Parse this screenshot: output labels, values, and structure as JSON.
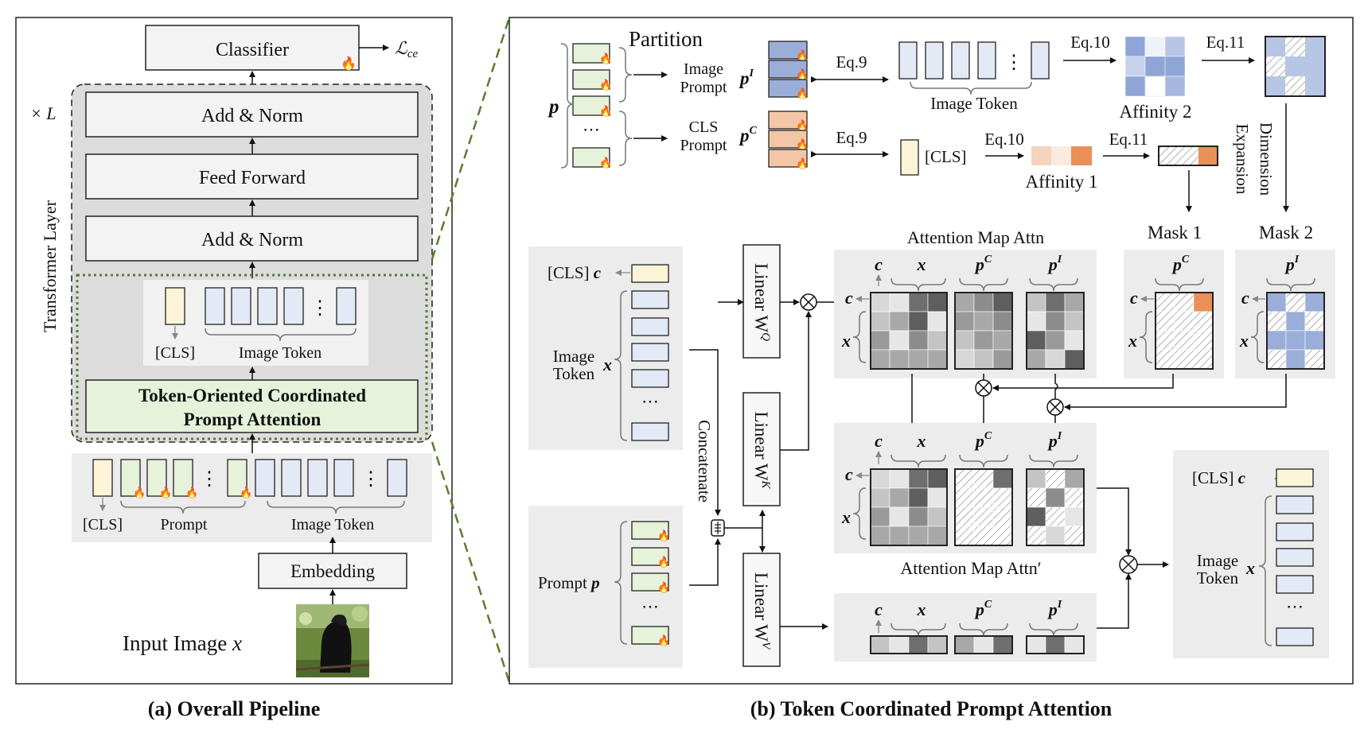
{
  "panel_a": {
    "caption": "(a) Overall Pipeline",
    "classifier": "Classifier",
    "loss_main": "ℒ",
    "loss_sub": "ce",
    "repeat_label": "× L",
    "transformer_layer": "Transformer Layer",
    "add_norm_top": "Add & Norm",
    "feed_forward": "Feed Forward",
    "add_norm_bottom": "Add & Norm",
    "cls_label": "[CLS]",
    "image_token": "Image Token",
    "tcpa_line1": "Token-Oriented Coordinated",
    "tcpa_line2": "Prompt Attention",
    "prompt_label": "Prompt",
    "cls_label_2": "[CLS]",
    "image_token_2": "Image Token",
    "embedding": "Embedding",
    "input_image_text": "Input Image",
    "input_image_var": "x",
    "dots": "⋮"
  },
  "panel_b": {
    "caption": "(b) Token Coordinated Prompt Attention",
    "partition": "Partition",
    "p": "p",
    "image_prompt_1": "Image",
    "image_prompt_2": "Prompt",
    "cls_prompt_1": "CLS",
    "cls_prompt_2": "Prompt",
    "pI": "p",
    "pI_sup": "I",
    "pC": "p",
    "pC_sup": "C",
    "eq9_top": "Eq.9",
    "eq9_bottom": "Eq.9",
    "image_token": "Image Token",
    "cls": "[CLS]",
    "eq10_top": "Eq.10",
    "eq10_bottom": "Eq.10",
    "eq11_top": "Eq.11",
    "eq11_bottom": "Eq.11",
    "affinity2": "Affinity 2",
    "affinity1": "Affinity 1",
    "dimension_1": "Dimension",
    "dimension_2": "Expansion",
    "mask1": "Mask 1",
    "mask2": "Mask 2",
    "attn_map": "Attention Map Attn",
    "attn_map_prime": "Attention Map Attn′",
    "cls_c": "[CLS]",
    "c": "c",
    "x": "x",
    "image_token_1": "Image",
    "image_token_2": "Token",
    "prompt_p": "Prompt",
    "concatenate": "Concatenate",
    "linear_q": "Linear W",
    "linear_q_sup": "Q",
    "linear_k": "Linear W",
    "linear_k_sup": "K",
    "linear_v": "Linear W",
    "linear_v_sup": "V",
    "dots": "⋮",
    "hdots": "⋯",
    "out_cls": "[CLS]",
    "out_image_1": "Image",
    "out_image_2": "Token"
  },
  "colors": {
    "prompt_green": "#e6f2d9",
    "cls_yellow": "#fdf4d8",
    "token_blue": "#e3eaf6",
    "pI_blue": "#9aaed8",
    "pC_orange": "#f3c7a6",
    "panel_gray": "#ececec",
    "tcpa_green": "#e6f2d9",
    "dashed_green": "#5a7d2e"
  }
}
